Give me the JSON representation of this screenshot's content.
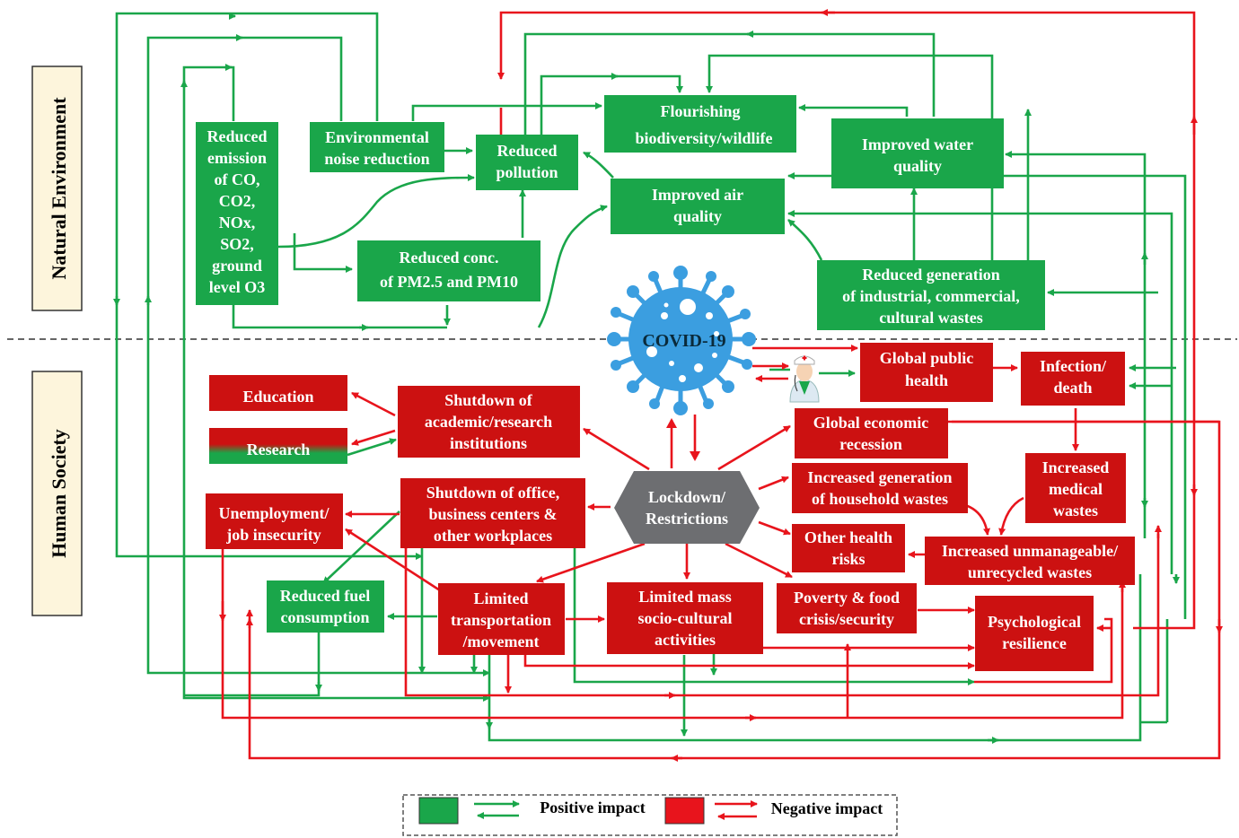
{
  "side_labels": {
    "natural": "Natural  Environment",
    "human": "Human Society"
  },
  "center": {
    "virus": "COVID-19"
  },
  "nodes": {
    "reduced_emission": [
      "Reduced",
      "emission",
      "of CO,",
      "CO2,",
      "NOx,",
      "SO2,",
      "ground",
      "level O3"
    ],
    "noise": [
      "Environmental",
      "noise reduction"
    ],
    "pollution": [
      "Reduced",
      "pollution"
    ],
    "biodiversity": [
      "Flourishing",
      "biodiversity/wildlife"
    ],
    "water": [
      "Improved water",
      "quality"
    ],
    "air": [
      "Improved air",
      "quality"
    ],
    "pm": [
      "Reduced conc.",
      "of PM2.5 and PM10"
    ],
    "wastes_gen": [
      "Reduced generation",
      "of industrial, commercial,",
      "cultural wastes"
    ],
    "public_health": [
      "Global public",
      "health"
    ],
    "infection": [
      "Infection/",
      "death"
    ],
    "education": [
      "Education"
    ],
    "research": [
      "Research"
    ],
    "shutdown_academic": [
      "Shutdown of",
      "academic/research",
      "institutions"
    ],
    "recession": [
      "Global economic",
      "recession"
    ],
    "household": [
      "Increased generation",
      "of household wastes"
    ],
    "medical": [
      "Increased",
      "medical",
      "wastes"
    ],
    "lockdown": [
      "Lockdown/",
      "Restrictions"
    ],
    "unemployment": [
      "Unemployment/",
      "job insecurity"
    ],
    "shutdown_office": [
      "Shutdown of office,",
      "business centers &",
      "other workplaces"
    ],
    "other_health": [
      "Other health",
      "risks"
    ],
    "unmanageable": [
      "Increased unmanageable/",
      "unrecycled wastes"
    ],
    "fuel": [
      "Reduced fuel",
      "consumption"
    ],
    "transport": [
      "Limited",
      "transportation",
      "/movement"
    ],
    "mass": [
      "Limited mass",
      "socio-cultural",
      "activities"
    ],
    "poverty": [
      "Poverty & food",
      "crisis/security"
    ],
    "psychological": [
      "Psychological",
      "resilience"
    ]
  },
  "legend": {
    "positive": "Positive impact",
    "negative": "Negative impact"
  },
  "colors": {
    "positive": "#1aa64a",
    "negative": "#e8141c",
    "lockdown": "#6d6e71",
    "virus": "#3b9ee0",
    "side_label_bg": "#fdf5dc"
  }
}
